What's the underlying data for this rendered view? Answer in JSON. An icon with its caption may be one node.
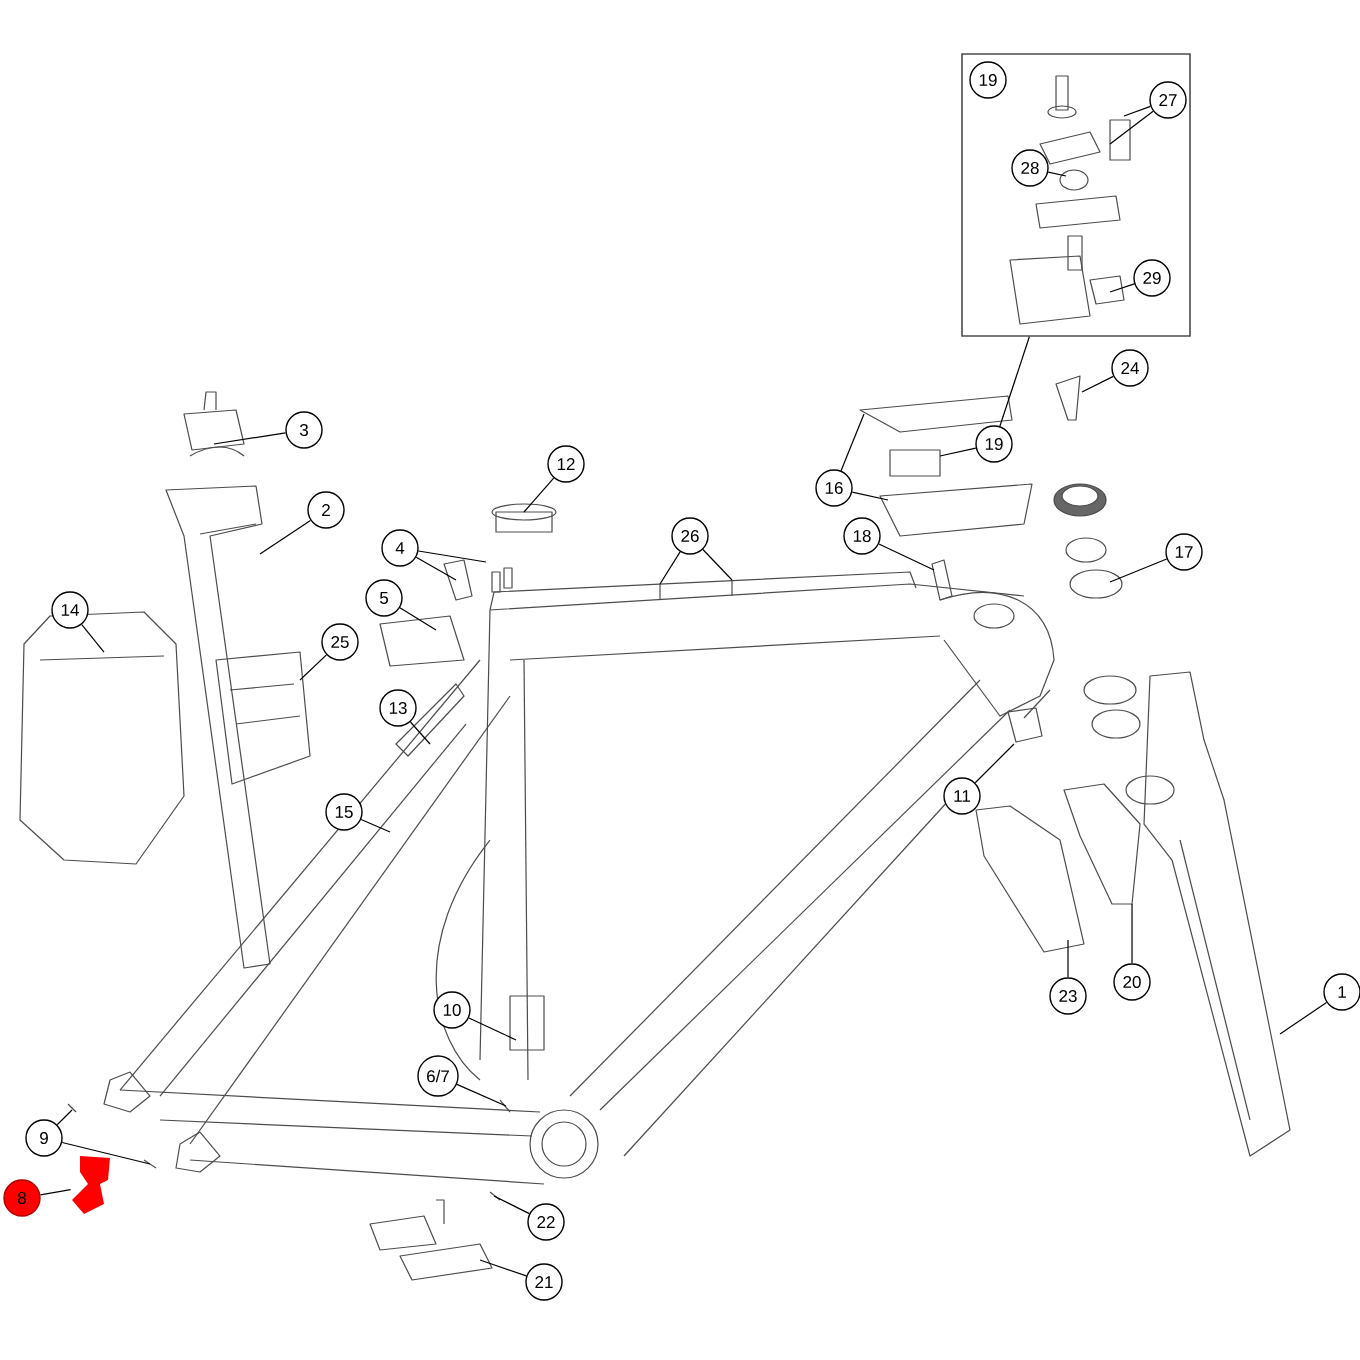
{
  "diagram": {
    "nodes": [
      {
        "text": [],
        "shape": "box"
      },
      {
        "text": [
          "19"
        ],
        "in": 0
      },
      {
        "text": [
          "27"
        ],
        "in": 0
      },
      {
        "text": [
          "28"
        ],
        "in": 0
      },
      {
        "text": [
          "29"
        ],
        "in": 0
      },
      {
        "text": [
          "24"
        ]
      },
      {
        "text": [
          "3"
        ]
      },
      {
        "text": [
          "19"
        ]
      },
      {
        "text": [
          "12"
        ]
      },
      {
        "text": [
          "16"
        ]
      },
      {
        "text": [
          "2"
        ]
      },
      {
        "text": [
          "26"
        ]
      },
      {
        "text": [
          "18"
        ]
      },
      {
        "text": [
          "4"
        ]
      },
      {
        "text": [
          "17"
        ]
      },
      {
        "text": [
          "5"
        ]
      },
      {
        "text": [
          "14"
        ]
      },
      {
        "text": [
          "25"
        ]
      },
      {
        "text": [
          "13"
        ]
      },
      {
        "text": [
          "11"
        ]
      },
      {
        "text": [
          "15"
        ]
      },
      {
        "text": [
          "20"
        ]
      },
      {
        "text": [
          "23"
        ]
      },
      {
        "text": [
          "1"
        ]
      },
      {
        "text": [
          "10"
        ]
      },
      {
        "text": [
          "6/7"
        ]
      },
      {
        "text": [
          "9"
        ]
      },
      {
        "text": [
          "8"
        ]
      },
      {
        "text": [
          "22"
        ]
      },
      {
        "text": [
          "21"
        ]
      },
      {
        "text": [],
        "shape": "picture"
      }
    ],
    "edges": [
      {
        "from": 2,
        "to": null,
        "arrow": "none"
      },
      {
        "from": 2,
        "to": null,
        "arrow": "none"
      },
      {
        "from": 3,
        "to": null,
        "arrow": "none"
      },
      {
        "from": 4,
        "to": null,
        "arrow": "none"
      },
      {
        "from": 5,
        "to": null,
        "arrow": "none"
      },
      {
        "from": 6,
        "to": null,
        "arrow": "none"
      },
      {
        "from": 7,
        "to": 0,
        "arrow": "none"
      },
      {
        "from": 7,
        "to": null,
        "arrow": "none"
      },
      {
        "from": 8,
        "to": null,
        "arrow": "none"
      },
      {
        "from": 9,
        "to": null,
        "arrow": "none"
      },
      {
        "from": 9,
        "to": null,
        "arrow": "none"
      },
      {
        "from": 10,
        "to": null,
        "arrow": "none"
      },
      {
        "from": 11,
        "to": null,
        "arrow": "none"
      },
      {
        "from": 11,
        "to": null,
        "arrow": "none"
      },
      {
        "from": 12,
        "to": null,
        "arrow": "none"
      },
      {
        "from": 13,
        "to": null,
        "arrow": "none"
      },
      {
        "from": 13,
        "to": null,
        "arrow": "none"
      },
      {
        "from": 14,
        "to": null,
        "arrow": "none"
      },
      {
        "from": 15,
        "to": null,
        "arrow": "none"
      },
      {
        "from": 16,
        "to": null,
        "arrow": "none"
      },
      {
        "from": 17,
        "to": null,
        "arrow": "none"
      },
      {
        "from": 18,
        "to": null,
        "arrow": "none"
      },
      {
        "from": 19,
        "to": null,
        "arrow": "none"
      },
      {
        "from": 20,
        "to": null,
        "arrow": "none"
      },
      {
        "from": 21,
        "to": null,
        "arrow": "none"
      },
      {
        "from": 22,
        "to": null,
        "arrow": "none"
      },
      {
        "from": 23,
        "to": null,
        "arrow": "none"
      },
      {
        "from": 24,
        "to": null,
        "arrow": "none"
      },
      {
        "from": 25,
        "to": null,
        "arrow": "none"
      },
      {
        "from": 26,
        "to": null,
        "arrow": "none"
      },
      {
        "from": 26,
        "to": null,
        "arrow": "none"
      },
      {
        "from": 27,
        "to": 30,
        "arrow": "none"
      },
      {
        "from": 28,
        "to": null,
        "arrow": "none"
      },
      {
        "from": 29,
        "to": null,
        "arrow": "none"
      }
    ]
  }
}
